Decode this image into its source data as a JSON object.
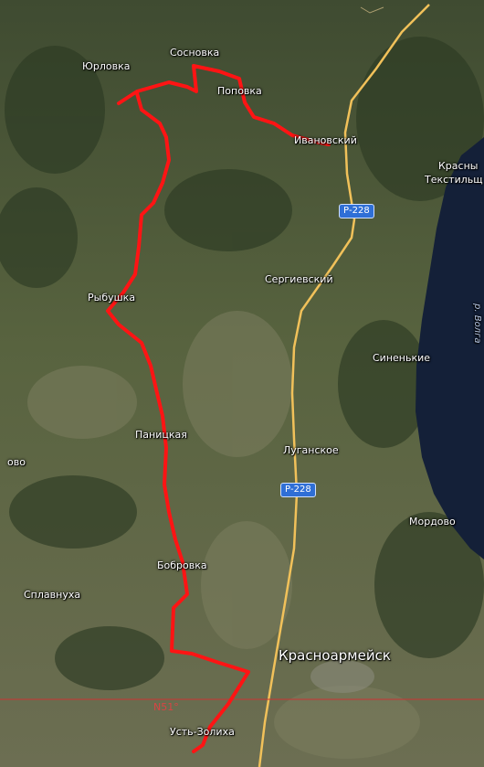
{
  "colors": {
    "route": "#ff1414",
    "road": "#f1c15a",
    "river": "#142038",
    "parallel": "#cc3333",
    "terrain_dark": "#3a4a2e",
    "terrain_light": "#6f7d52"
  },
  "places": [
    {
      "id": "sosnovka",
      "label": "Сосновка"
    },
    {
      "id": "yurlovka",
      "label": "Юрловка"
    },
    {
      "id": "popovka",
      "label": "Поповка"
    },
    {
      "id": "ivanovskiy",
      "label": "Ивановский"
    },
    {
      "id": "krasny",
      "label": "Красны"
    },
    {
      "id": "textili",
      "label": "Текстильщ"
    },
    {
      "id": "sergievskiy",
      "label": "Сергиевский"
    },
    {
      "id": "rybushka",
      "label": "Рыбушка"
    },
    {
      "id": "sinenkie",
      "label": "Синенькие"
    },
    {
      "id": "panitskaya",
      "label": "Паницкая"
    },
    {
      "id": "ovo",
      "label": "ово"
    },
    {
      "id": "luganskoe",
      "label": "Луганское"
    },
    {
      "id": "mordovo",
      "label": "Мордово"
    },
    {
      "id": "bobrovka",
      "label": "Бобровка"
    },
    {
      "id": "splavnukha",
      "label": "Сплавнуха"
    },
    {
      "id": "krasnoarmeysk",
      "label": "Красноармейск"
    },
    {
      "id": "ust_zolikha",
      "label": "Усть-Золиха"
    }
  ],
  "river_label": "р. Волга",
  "road_shields": [
    "Р-228",
    "Р-228"
  ],
  "parallel_label": "N51°"
}
